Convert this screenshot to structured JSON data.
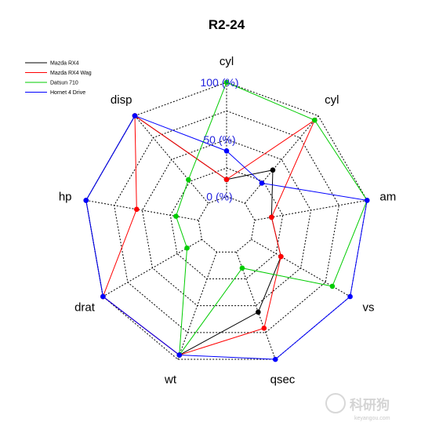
{
  "chart_data": {
    "type": "radar",
    "title": "R2-24",
    "axes": [
      "cyl",
      "cyl",
      "am",
      "vs",
      "qsec",
      "wt",
      "drat",
      "hp",
      "disp"
    ],
    "ring_labels": [
      "0 (%)",
      "50 (%)",
      "100 (%)"
    ],
    "range": [
      0,
      1
    ],
    "rings": 4,
    "series": [
      {
        "name": "Mazda RX4",
        "color": "#000000",
        "values": [
          0.15,
          0.38,
          0.15,
          0.3,
          0.56,
          0.96,
          1.0,
          1.0,
          1.0
        ]
      },
      {
        "name": "Mazda RX4 Wag",
        "color": "#ff0000",
        "values": [
          0.15,
          0.95,
          0.15,
          0.3,
          0.71,
          0.96,
          1.0,
          0.55,
          1.0
        ]
      },
      {
        "name": "Datsun 710",
        "color": "#00cc00",
        "values": [
          1.0,
          0.95,
          1.0,
          0.82,
          0.15,
          0.96,
          0.15,
          0.2,
          0.27
        ]
      },
      {
        "name": "Hornet 4 Drive",
        "color": "#0000ff",
        "values": [
          0.4,
          0.23,
          1.0,
          1.0,
          1.0,
          0.96,
          1.0,
          1.0,
          1.0
        ]
      }
    ]
  },
  "watermark": {
    "main": "科研狗",
    "sub": "keyangou.com"
  }
}
